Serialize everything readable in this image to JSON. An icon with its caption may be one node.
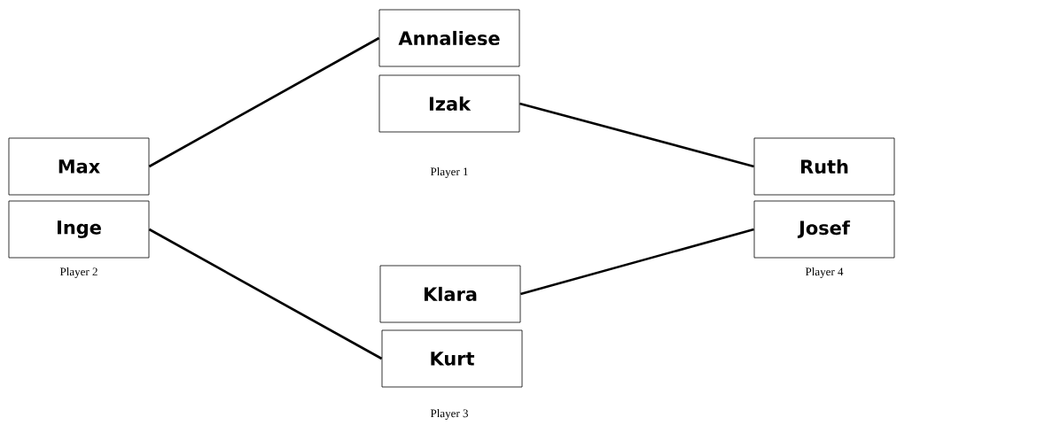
{
  "diagram": {
    "nodes": [
      {
        "text": [
          "Annaliese"
        ]
      },
      {
        "text": [
          "Izak"
        ]
      },
      {
        "text": [
          "Max"
        ]
      },
      {
        "text": [
          "Ruth"
        ]
      },
      {
        "text": [
          "Inge"
        ]
      },
      {
        "text": [
          "Josef"
        ]
      },
      {
        "text": [
          "Klara"
        ]
      },
      {
        "text": [
          "Kurt"
        ]
      }
    ],
    "edges": [
      {
        "from": 2,
        "to": 0,
        "arrow": "none"
      },
      {
        "from": 1,
        "to": 3,
        "arrow": "none"
      },
      {
        "from": 4,
        "to": 7,
        "arrow": "none"
      },
      {
        "from": 6,
        "to": 5,
        "arrow": "none"
      }
    ],
    "labels": [
      "Player 1",
      "Player 2",
      "Player 4",
      "Player 3"
    ]
  }
}
